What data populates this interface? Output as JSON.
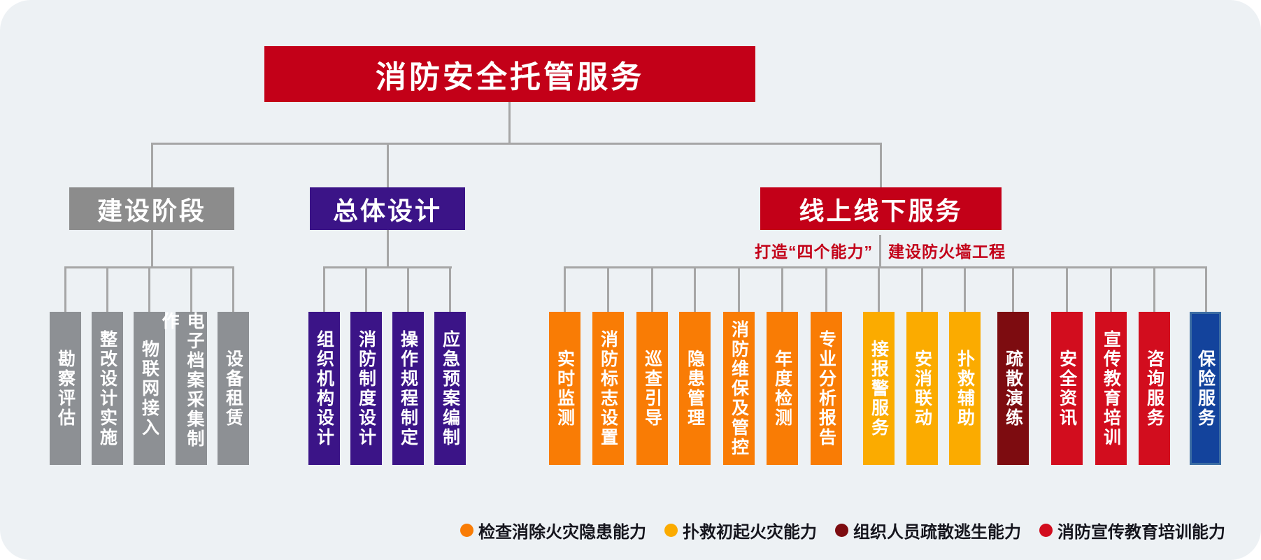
{
  "title": {
    "label": "消防安全托管服务",
    "bg_color": "#c30018"
  },
  "branches": [
    {
      "label": "建设阶段",
      "color": "#8c8c8c",
      "columns": [
        {
          "label": "勘察评估",
          "color": "#8d9094"
        },
        {
          "label": "整改设计实施",
          "color": "#8d9094"
        },
        {
          "label": "物联网接入",
          "color": "#8d9094"
        },
        {
          "label": "电子档案采集制作",
          "color": "#8d9094"
        },
        {
          "label": "设备租赁",
          "color": "#8d9094"
        }
      ]
    },
    {
      "label": "总体设计",
      "color": "#3b1487",
      "columns": [
        {
          "label": "组织机构设计",
          "color": "#3b1487"
        },
        {
          "label": "消防制度设计",
          "color": "#3b1487"
        },
        {
          "label": "操作规程制定",
          "color": "#3b1487"
        },
        {
          "label": "应急预案编制",
          "color": "#3b1487"
        }
      ]
    },
    {
      "label": "线上线下服务",
      "color": "#c30018",
      "caption": {
        "left": "打造“四个能力”",
        "right": "建设防火墙工程"
      },
      "columns": [
        {
          "label": "实时监测",
          "color": "#f97c05"
        },
        {
          "label": "消防标志设置",
          "color": "#f97c05"
        },
        {
          "label": "巡查引导",
          "color": "#f97c05"
        },
        {
          "label": "隐患管理",
          "color": "#f97c05"
        },
        {
          "label": "消防维保及管控",
          "color": "#f97c05"
        },
        {
          "label": "年度检测",
          "color": "#f97c05"
        },
        {
          "label": "专业分析报告",
          "color": "#f97c05"
        },
        {
          "label": "接报警服务",
          "color": "#fbab00"
        },
        {
          "label": "安消联动",
          "color": "#fbab00"
        },
        {
          "label": "扑救辅助",
          "color": "#fbab00"
        },
        {
          "label": "疏散演练",
          "color": "#7d0c10"
        },
        {
          "label": "安全资讯",
          "color": "#d20d1e"
        },
        {
          "label": "宣传教育培训",
          "color": "#d20d1e"
        },
        {
          "label": "咨询服务",
          "color": "#d20d1e"
        },
        {
          "label": "保险服务",
          "color": "#13439c"
        }
      ]
    }
  ],
  "legend": [
    {
      "label": "检查消除火灾隐患能力",
      "color": "#f97c05"
    },
    {
      "label": "扑救初起火灾能力",
      "color": "#fbab00"
    },
    {
      "label": "组织人员疏散逃生能力",
      "color": "#7d0c10"
    },
    {
      "label": "消防宣传教育培训能力",
      "color": "#d20d1e"
    }
  ],
  "colors": {
    "panel_bg": "#edf1f4",
    "connector": "#a6a6a6",
    "brand_red": "#c30018",
    "column_red": "#d20d1e",
    "orange": "#f97c05",
    "amber": "#fbab00",
    "maroon": "#7d0c10",
    "purple": "#3b1487",
    "gray": "#8d9094",
    "blue_fill": "#13439c",
    "blue_border": "#3c6da3"
  }
}
